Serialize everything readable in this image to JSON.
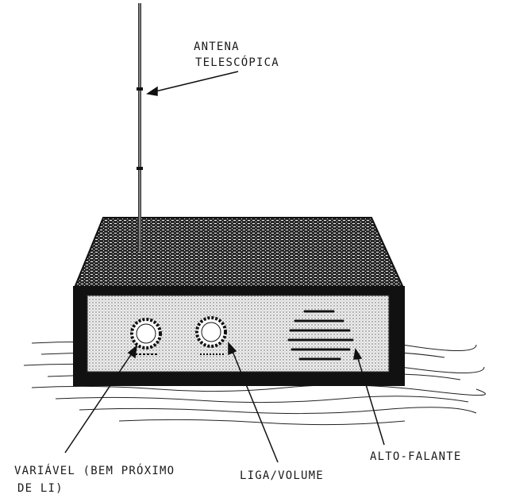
{
  "labels": {
    "antenna_line1": "ANTENA",
    "antenna_line2": "TELESCÓPICA",
    "variable_line1": "VARIÁVEL (BEM PRÓXIMO",
    "variable_line2": "DE LI)",
    "power_volume": "LIGA/VOLUME",
    "speaker": "ALTO-FALANTE"
  },
  "colors": {
    "ink": "#1a1a1a",
    "panel": "#e6e6e6",
    "paper": "#ffffff"
  }
}
